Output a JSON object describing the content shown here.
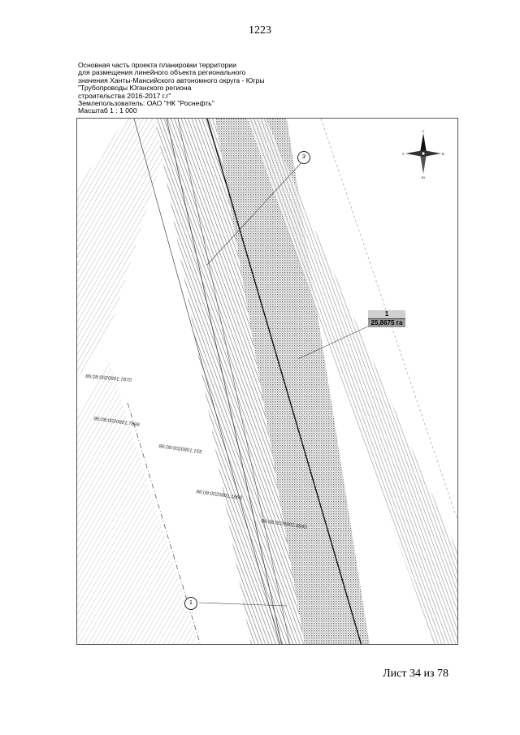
{
  "page": {
    "number": "1223",
    "sheet": "Лист 34 из 78"
  },
  "header": {
    "lines": [
      "Основная часть проекта планировки территории",
      "для размещения линейного объекта регионального",
      "значения Ханты-Мансийского автономного округа - Югры",
      "\"Трубопроводы Юганского региона",
      "строительства 2016-2017 г.г\"",
      "Землепользователь: ОАО \"НК \"Роснефть\"",
      "Масштаб 1 : 1 000"
    ]
  },
  "map": {
    "parcels": [
      "86:08:0020801:7870",
      "86:08:0020801:7896",
      "86:08:0020801:155",
      "86:08:0020801:1869",
      "86:08:0020801:8840"
    ],
    "callouts": [
      "3",
      "1"
    ],
    "area": {
      "number": "1",
      "value": "25,8675 га"
    },
    "compass": "north-arrow"
  }
}
